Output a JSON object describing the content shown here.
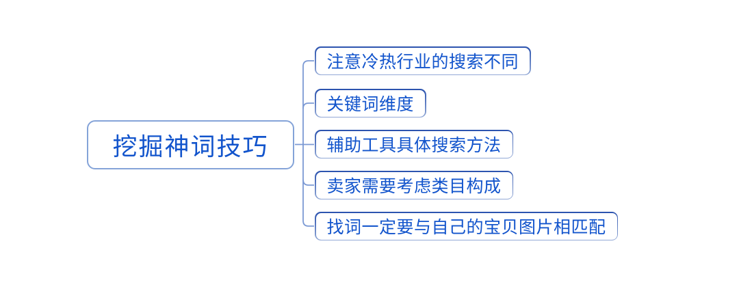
{
  "diagram": {
    "type": "mindmap",
    "root": {
      "label": "挖掘神词技巧"
    },
    "children": [
      {
        "label": "注意冷热行业的搜索不同"
      },
      {
        "label": "关键词维度"
      },
      {
        "label": "辅助工具具体搜索方法"
      },
      {
        "label": "卖家需要考虑类目构成"
      },
      {
        "label": "找词一定要与自己的宝贝图片相匹配"
      }
    ],
    "colors": {
      "text": "#1254cc",
      "connector": "#7b99d4",
      "root_border": "#84a3d8",
      "child_border_top": "#2a52ae",
      "child_border_bottom": "#93a9d6",
      "background": "#ffffff"
    }
  }
}
